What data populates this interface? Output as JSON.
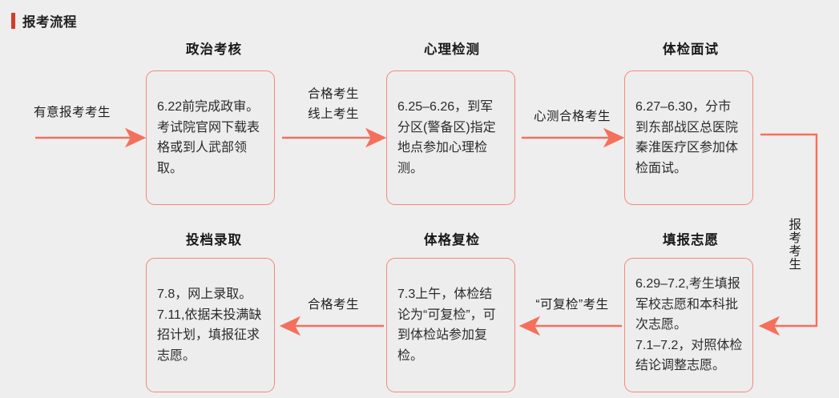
{
  "header": {
    "title": "报考流程",
    "accent_color": "#d8392b"
  },
  "theme": {
    "page_background": "#eeeeee",
    "box_border": "#f4887a",
    "box_background": "#ededed",
    "arrow_color": "#f4705c",
    "text_color": "#2b2b2b"
  },
  "entry": {
    "label": "有意报考考生"
  },
  "steps": [
    {
      "id": "political-review",
      "title": "政治考核",
      "body": "6.22前完成政审。\n考试院官网下载表格或到人武部领取。"
    },
    {
      "id": "psych-test",
      "title": "心理检测",
      "body": "6.25–6.26，到军分区(警备区)指定地点参加心理检测。"
    },
    {
      "id": "medical-interview",
      "title": "体检面试",
      "body": "6.27–6.30，分市到东部战区总医院秦淮医疗区参加体检面试。"
    },
    {
      "id": "fill-application",
      "title": "填报志愿",
      "body": "6.29–7.2,考生填报军校志愿和本科批次志愿。\n7.1–7.2，对照体检结论调整志愿。"
    },
    {
      "id": "medical-recheck",
      "title": "体格复检",
      "body": "7.3上午，体检结论为“可复检”，可到体检站参加复检。"
    },
    {
      "id": "admission",
      "title": "投档录取",
      "body": "7.8，网上录取。\n7.11,依据未投满缺招计划，填报征求志愿。"
    }
  ],
  "connectors": [
    {
      "id": "entry-to-step1",
      "label": "有意报考考生",
      "direction": "right"
    },
    {
      "id": "step1-to-step2",
      "label": "合格考生\n线上考生",
      "direction": "right"
    },
    {
      "id": "step2-to-step3",
      "label": "心测合格考生",
      "direction": "right"
    },
    {
      "id": "step3-to-step4",
      "label": "报考考生",
      "direction": "down-left"
    },
    {
      "id": "step4-to-step5",
      "label": "“可复检”考生",
      "direction": "left"
    },
    {
      "id": "step5-to-step6",
      "label": "合格考生",
      "direction": "left"
    }
  ]
}
